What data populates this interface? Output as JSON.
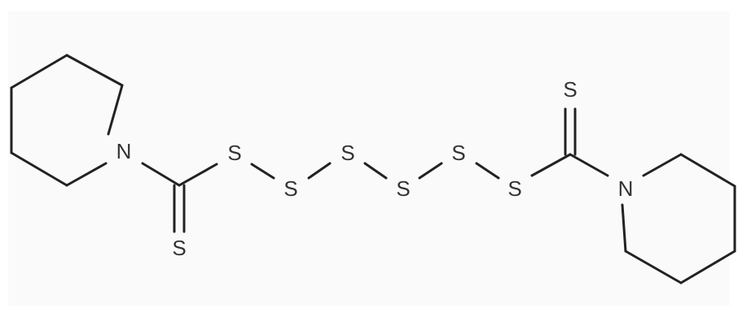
{
  "molecule": {
    "atoms": {
      "n_left": "N",
      "s_thione_left": "S",
      "s1": "S",
      "s2": "S",
      "s3": "S",
      "s4": "S",
      "s5": "S",
      "s6": "S",
      "s_thione_right": "S",
      "n_right": "N"
    }
  },
  "colors": {
    "bond": "#222222",
    "label": "#333333",
    "background": "#fafafa"
  }
}
